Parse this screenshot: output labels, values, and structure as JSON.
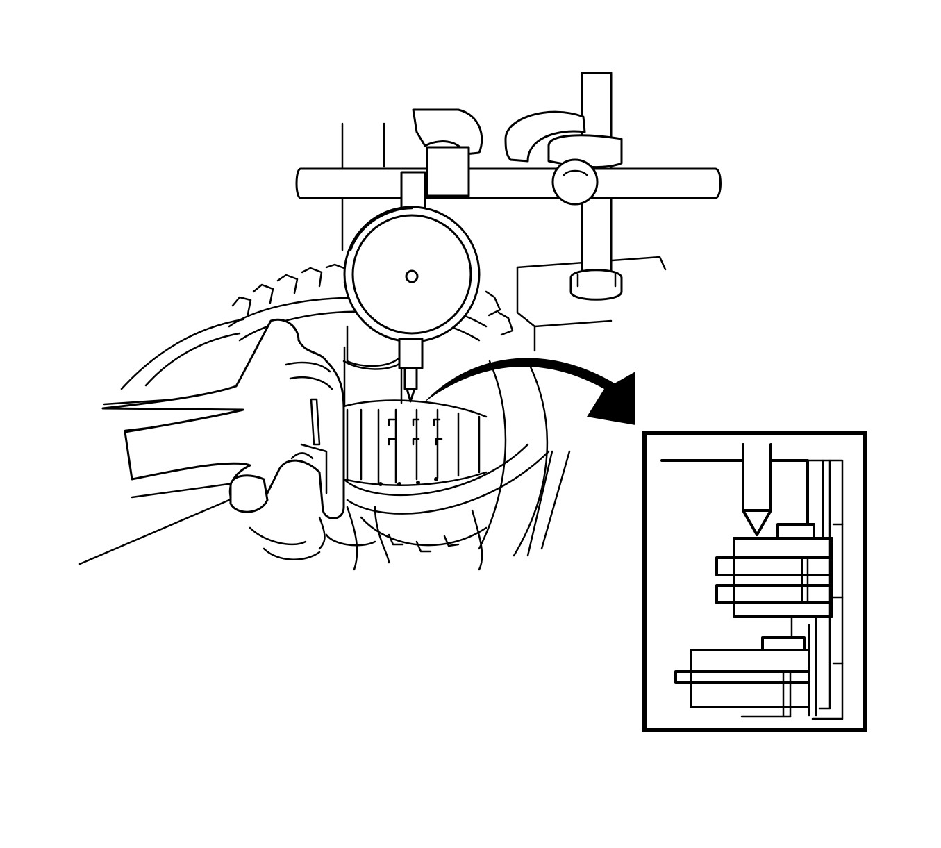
{
  "figure": {
    "type": "service-illustration",
    "subject": "dial-indicator-endplay-measurement",
    "ink_color": "#000000",
    "background_color": "#ffffff",
    "callout_direction": "main-view-to-detail-inset"
  }
}
